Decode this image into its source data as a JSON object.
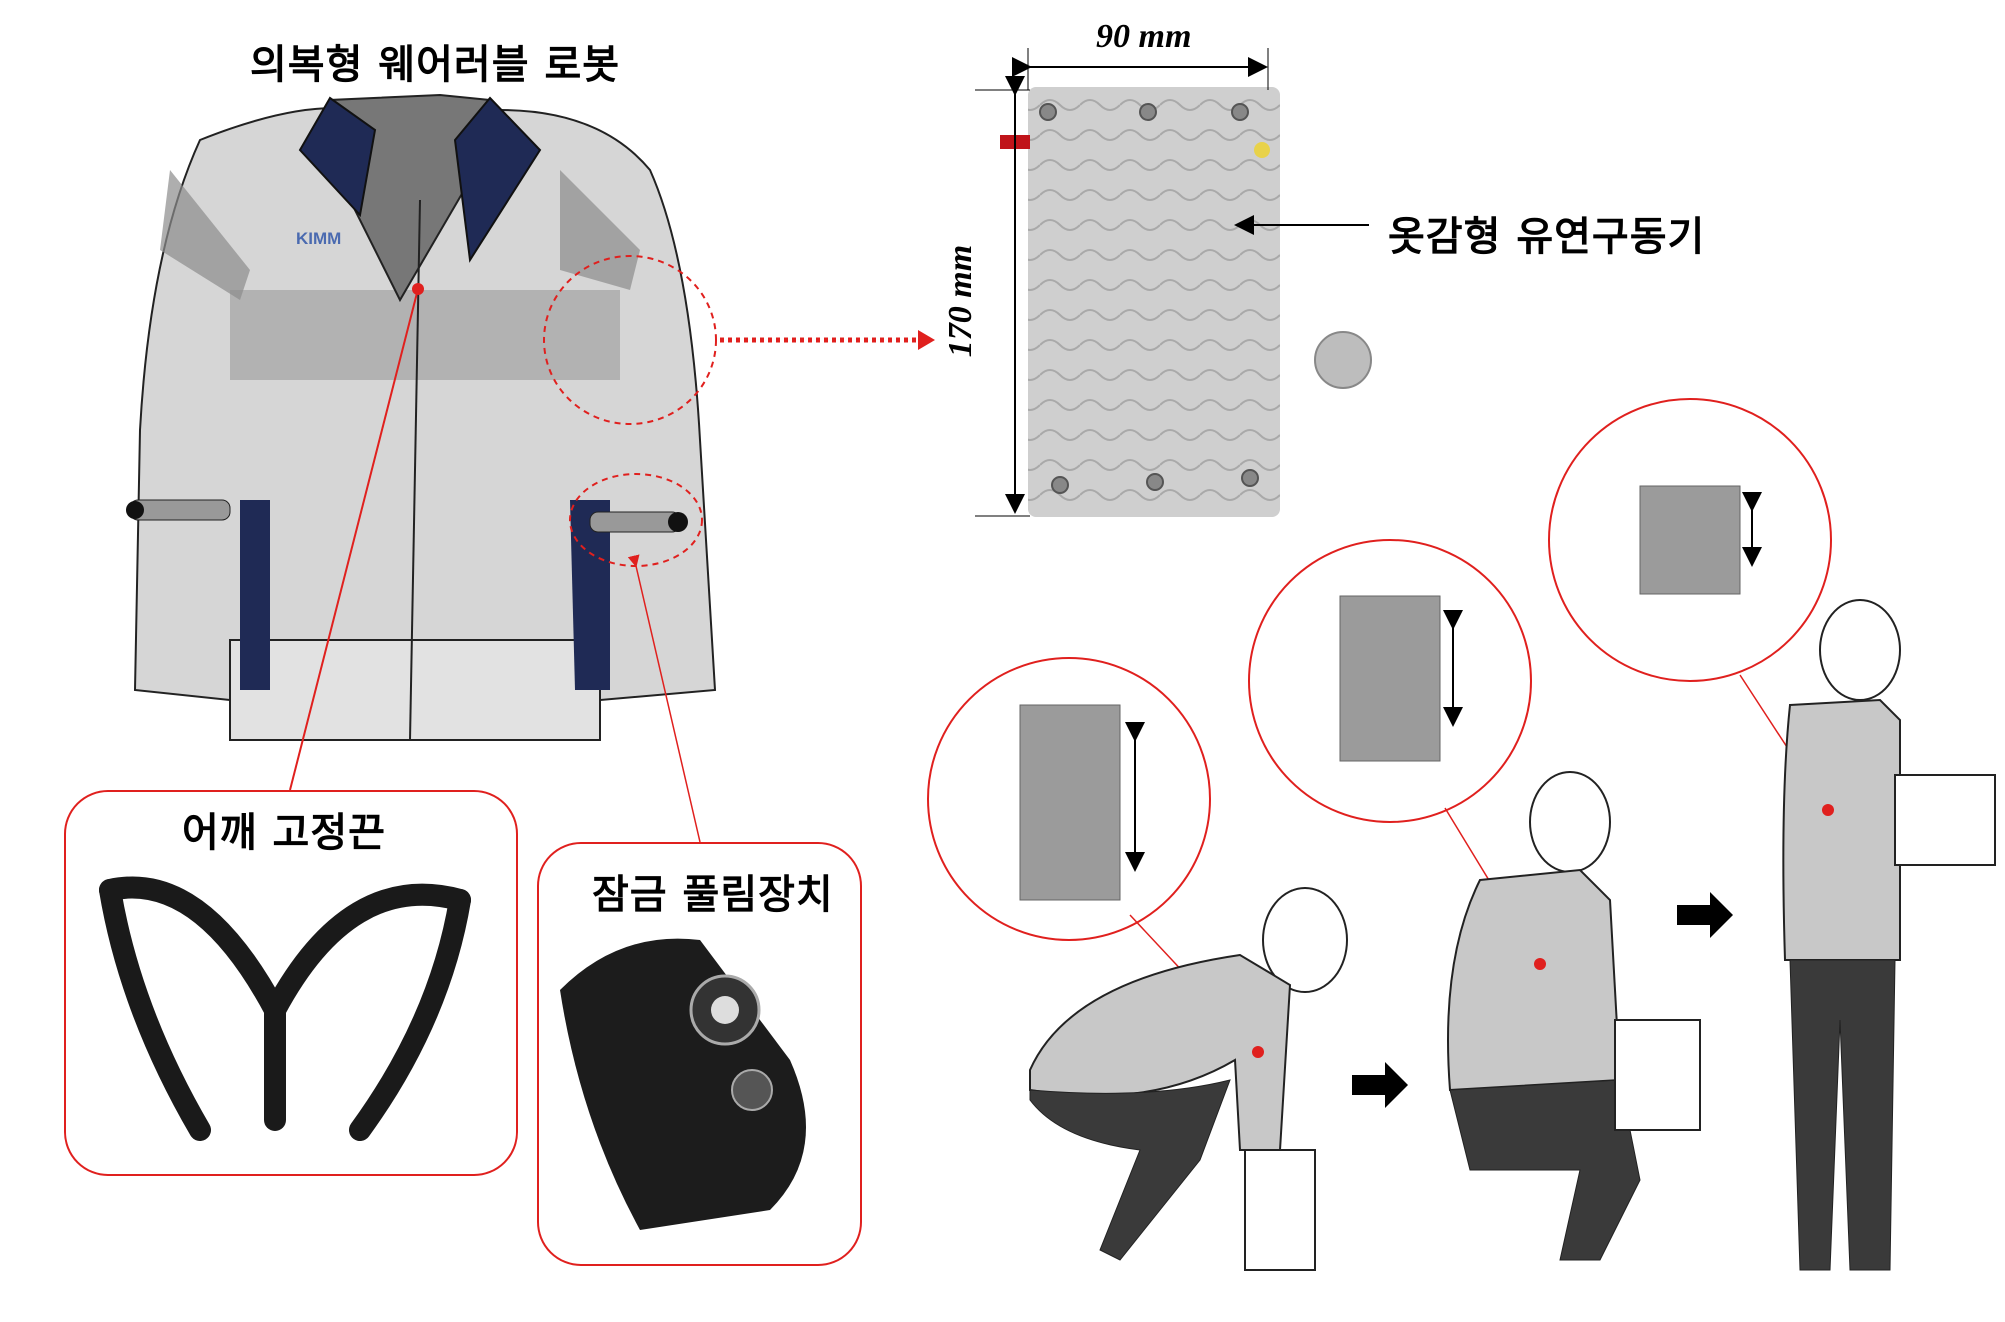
{
  "title": "의복형 웨어러블 로봇",
  "jacket_logo": "KIMM",
  "actuator": {
    "label": "옷감형 유연구동기",
    "width_label": "90 mm",
    "height_label": "170 mm"
  },
  "parts": {
    "shoulder_strap": "어깨 고정끈",
    "lock_release": "잠금 풀림장치"
  },
  "colors": {
    "accent": "#e0201e",
    "navy": "#1f2a55",
    "fabric": "#c8c8c8",
    "pants": "#3a3a3a"
  }
}
